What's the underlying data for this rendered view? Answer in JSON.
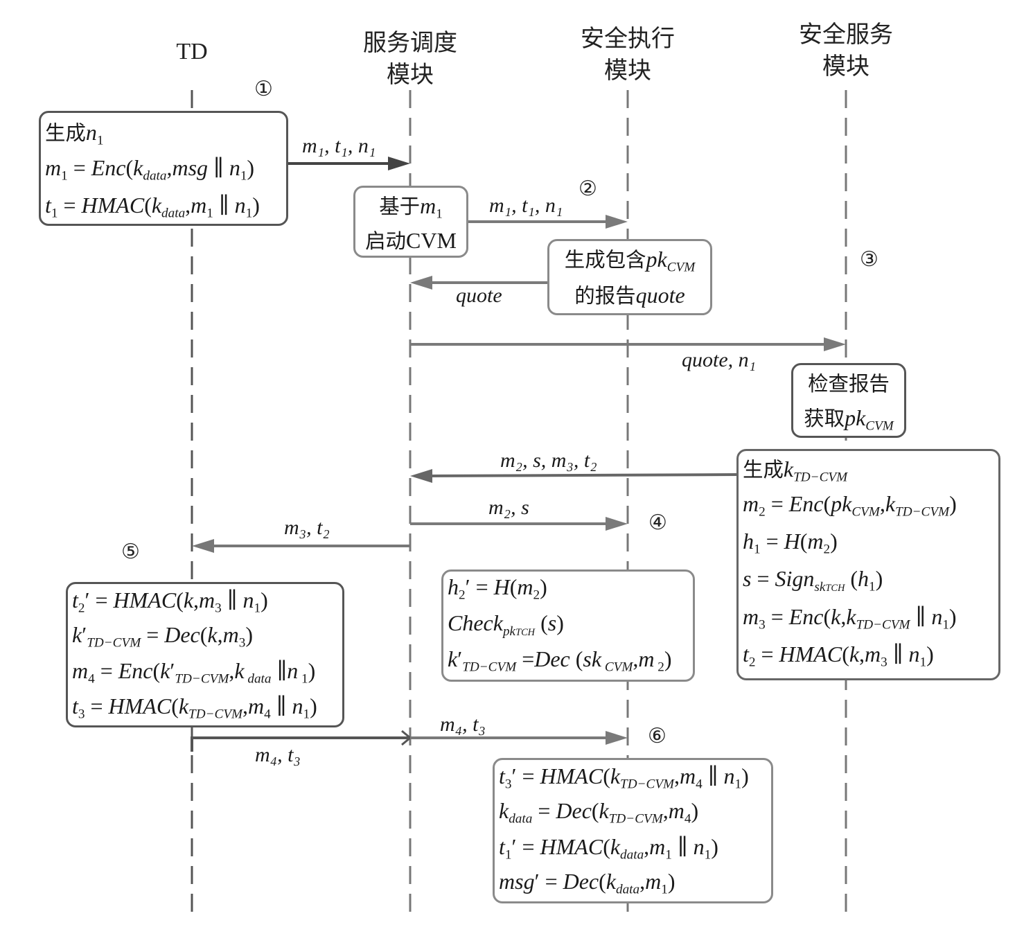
{
  "lifelines": [
    {
      "id": "td",
      "label_lines": [
        "TD"
      ]
    },
    {
      "id": "scheduler",
      "label_lines": [
        "服务调度",
        "模块"
      ]
    },
    {
      "id": "exec",
      "label_lines": [
        "安全执行",
        "模块"
      ]
    },
    {
      "id": "service",
      "label_lines": [
        "安全服务",
        "模块"
      ]
    }
  ],
  "steps": [
    "①",
    "②",
    "③",
    "④",
    "⑤",
    "⑥"
  ],
  "colors": {
    "dark_line": "#4a4a4a",
    "light_line": "#808080",
    "lifeline": "#6e6e6e"
  },
  "boxes": {
    "td_init": [
      "生成n₁",
      "m₁ = Enc(k_data, msg ∥ n₁)",
      "t₁ = HMAC(k_data, m₁ ∥ n₁)"
    ],
    "sched_start": [
      "基于m₁",
      "启动CVM"
    ],
    "exec_quote": [
      "生成包含pk_CVM",
      "的报告quote"
    ],
    "svc_check": [
      "检查报告",
      "获取pk_CVM"
    ],
    "svc_gen": [
      "生成k_TD−CVM",
      "m₂ = Enc(pk_CVM, k_TD−CVM)",
      "h₁ = H(m₂)",
      "s = Sign_sk_TCH(h₁)",
      "m₃ = Enc(k, k_TD−CVM ∥ n₁)",
      "t₂ = HMAC(k, m₃ ∥ n₁)"
    ],
    "exec_check": [
      "h₂′ = H(m₂)",
      "Check_pk_TCH(s)",
      "k′_TD−CVM = Dec(sk_CVM, m₂)"
    ],
    "td_verify": [
      "t₂′ = HMAC(k, m₃ ∥ n₁)",
      "k′_TD−CVM = Dec(k, m₃)",
      "m₄ = Enc(k′_TD−CVM, k_data ∥ n₁)",
      "t₃ = HMAC(k_TD−CVM, m₄ ∥ n₁)"
    ],
    "exec_final": [
      "t₃′ = HMAC(k_TD−CVM, m₄ ∥ n₁)",
      "k_data = Dec(k_TD−CVM, m₄)",
      "t₁′ = HMAC(k_data, m₁ ∥ n₁)",
      "msg′ = Dec(k_data, m₁)"
    ]
  },
  "messages": [
    {
      "from": "td",
      "to": "scheduler",
      "label": "m₁, t₁, n₁"
    },
    {
      "from": "scheduler",
      "to": "exec",
      "label": "m₁, t₁, n₁"
    },
    {
      "from": "exec",
      "to": "scheduler",
      "label": "quote"
    },
    {
      "from": "scheduler",
      "to": "service",
      "label": "quote, n₁"
    },
    {
      "from": "service",
      "to": "scheduler",
      "label": "m₂, s, m₃, t₂"
    },
    {
      "from": "scheduler",
      "to": "exec",
      "label": "m₂, s"
    },
    {
      "from": "scheduler",
      "to": "td",
      "label": "m₃, t₂"
    },
    {
      "from": "td",
      "to": "scheduler",
      "label": "m₄, t₃"
    },
    {
      "from": "scheduler",
      "to": "exec",
      "label": "m₄, t₃"
    }
  ]
}
